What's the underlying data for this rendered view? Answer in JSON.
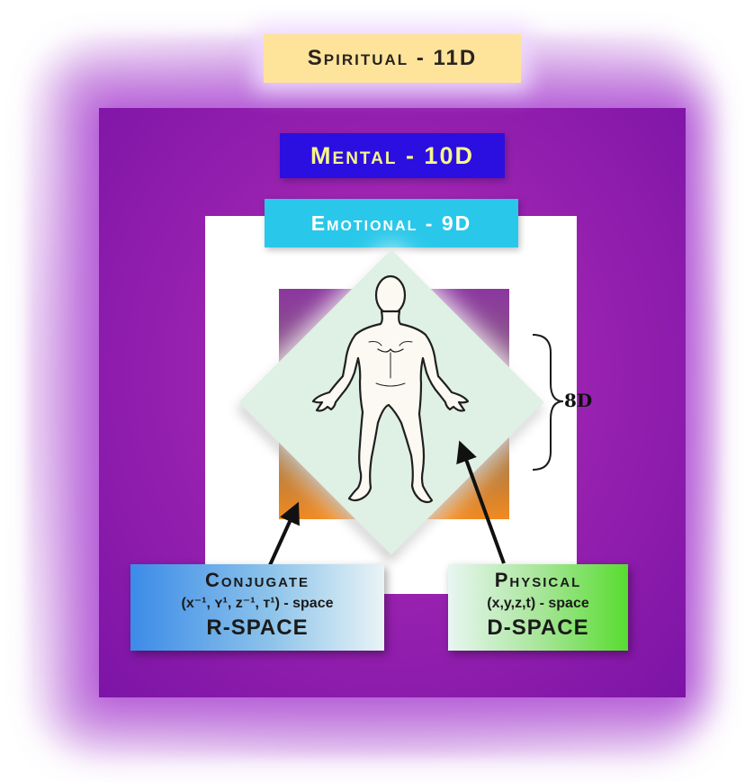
{
  "levels": {
    "spiritual": "Spiritual - 11D",
    "mental": "Mental - 10D",
    "emotional": "Emotional - 9D",
    "physical_bracket": "8D"
  },
  "conjugate": {
    "title": "Conjugate",
    "coords": "(x⁻¹, ʏ¹, z⁻¹, ᴛ¹) - space",
    "space": "R-SPACE"
  },
  "physical": {
    "title": "Physical",
    "coords": "(x,y,z,t) - space",
    "space": "D-SPACE"
  },
  "icons": [
    "human-figure",
    "arrow",
    "curly-brace"
  ]
}
